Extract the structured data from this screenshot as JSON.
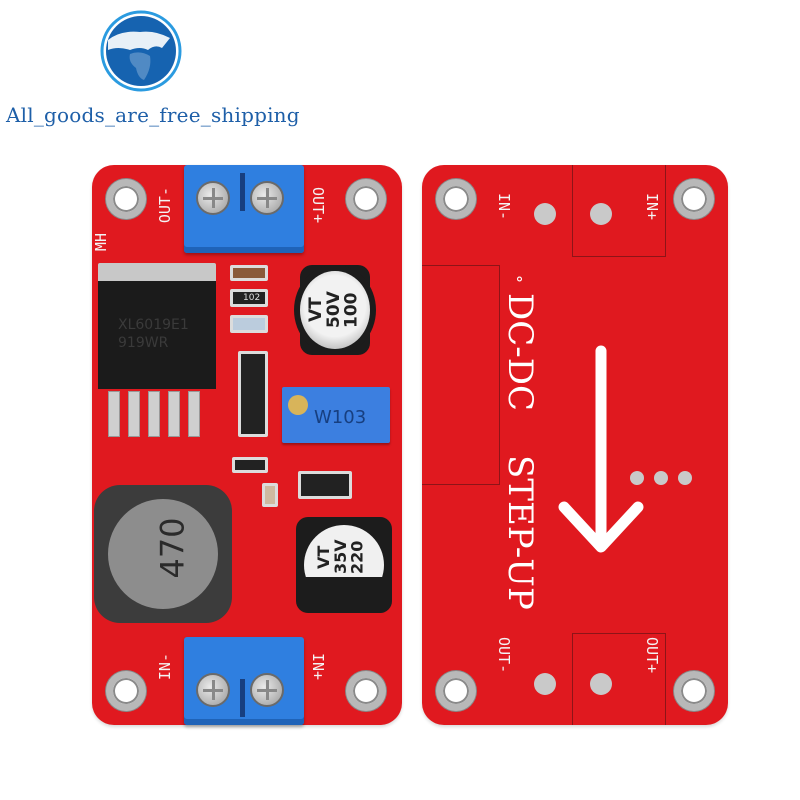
{
  "logo": {
    "icon": "globe-icon",
    "text": "All_goods_are_free_shipping",
    "color": "#1e5fa8"
  },
  "front_board": {
    "board_color": "#e0191f",
    "labels": {
      "top_left": "OUT-",
      "top_right": "OUT+",
      "side": "MH",
      "bottom_left": "IN-",
      "bottom_right": "IN+"
    },
    "ic": {
      "line1": "XL6019E1",
      "line2": "919WR"
    },
    "resistor_code": "102",
    "capacitor_top": {
      "line1": "100",
      "line2": "50V",
      "line3": "VT"
    },
    "capacitor_bottom": {
      "line1": "220",
      "line2": "35V",
      "line3": "VT"
    },
    "potentiometer": "W103",
    "inductor": "470"
  },
  "back_board": {
    "board_color": "#e0191f",
    "labels": {
      "top_left": "IN-",
      "top_right": "IN+",
      "bottom_left": "OUT-",
      "bottom_right": "OUT+"
    },
    "title_line1": "DC-DC",
    "title_line2": "STEP-UP",
    "degree_mark": "°",
    "arrow_icon": "arrow-down-icon"
  }
}
